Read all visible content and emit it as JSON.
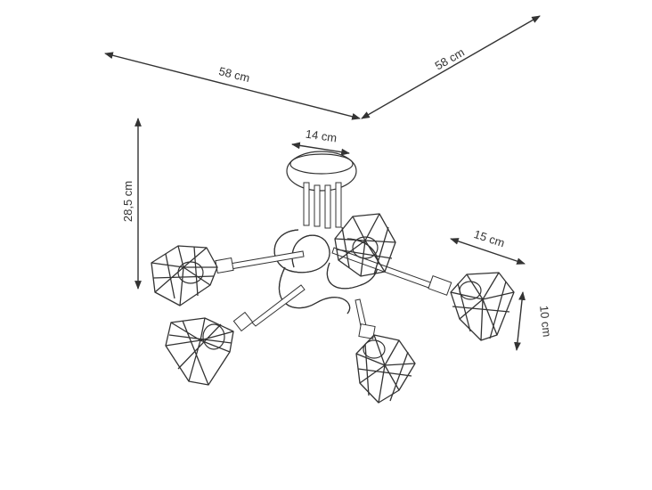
{
  "diagram": {
    "dimensions": {
      "width_left": "58 cm",
      "width_right": "58 cm",
      "height": "28,5 cm",
      "canopy_diameter": "14 cm",
      "shade_width": "15 cm",
      "shade_height": "10 cm"
    },
    "colors": {
      "line": "#333333",
      "background": "#ffffff"
    }
  }
}
